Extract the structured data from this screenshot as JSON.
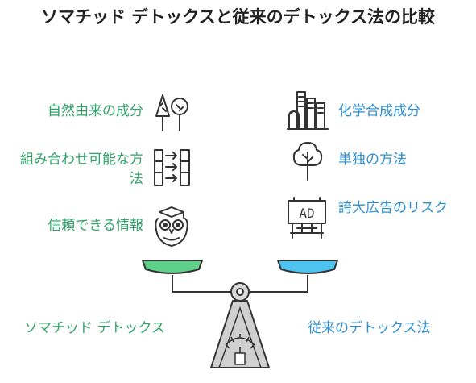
{
  "title": "ソマチッド デトックスと従来のデトックス法の比較",
  "left": {
    "heading": "ソマチッド デトックス",
    "items": [
      {
        "label": "自然由来の成分",
        "icon": "trees-icon"
      },
      {
        "label": "組み合わせ可能な方法",
        "icon": "arrow-blocks-icon"
      },
      {
        "label": "信頼できる情報",
        "icon": "owl-icon"
      }
    ]
  },
  "right": {
    "heading": "従来のデトックス法",
    "items": [
      {
        "label": "化学合成成分",
        "icon": "factory-icon"
      },
      {
        "label": "単独の方法",
        "icon": "single-tree-icon"
      },
      {
        "label": "誇大広告のリスク",
        "icon": "billboard-icon"
      }
    ]
  },
  "billboard_text": "AD",
  "colors": {
    "left_accent": "#2fa36a",
    "right_accent": "#2b8fd1",
    "left_pan": "#5fd08a",
    "right_pan": "#4fc3f0",
    "title": "#222222"
  }
}
